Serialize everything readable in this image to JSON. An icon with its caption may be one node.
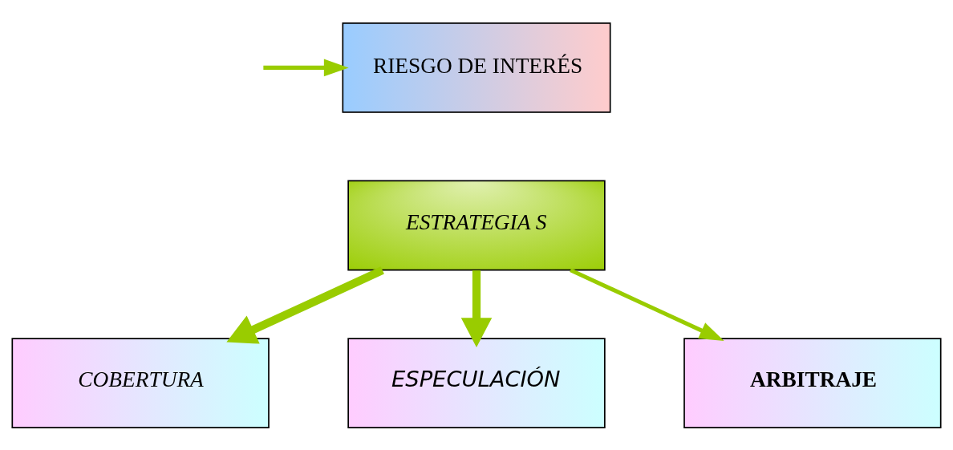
{
  "diagram": {
    "nodes": [
      {
        "text": [
          "RIESGO DE INTERÉS"
        ]
      },
      {
        "text": [
          "ESTRATEGIA S"
        ]
      },
      {
        "text": [
          "COBERTURA"
        ]
      },
      {
        "text": [
          "ESPECULACIÓN"
        ]
      },
      {
        "text": [
          "ARBITRAJE"
        ]
      }
    ],
    "edges": [
      {
        "from": null,
        "to": 0,
        "arrow": "to"
      },
      {
        "from": 1,
        "to": 2,
        "arrow": "to",
        "style": "thick"
      },
      {
        "from": 1,
        "to": 3,
        "arrow": "to",
        "style": "thick"
      },
      {
        "from": 1,
        "to": 4,
        "arrow": "to"
      }
    ]
  }
}
